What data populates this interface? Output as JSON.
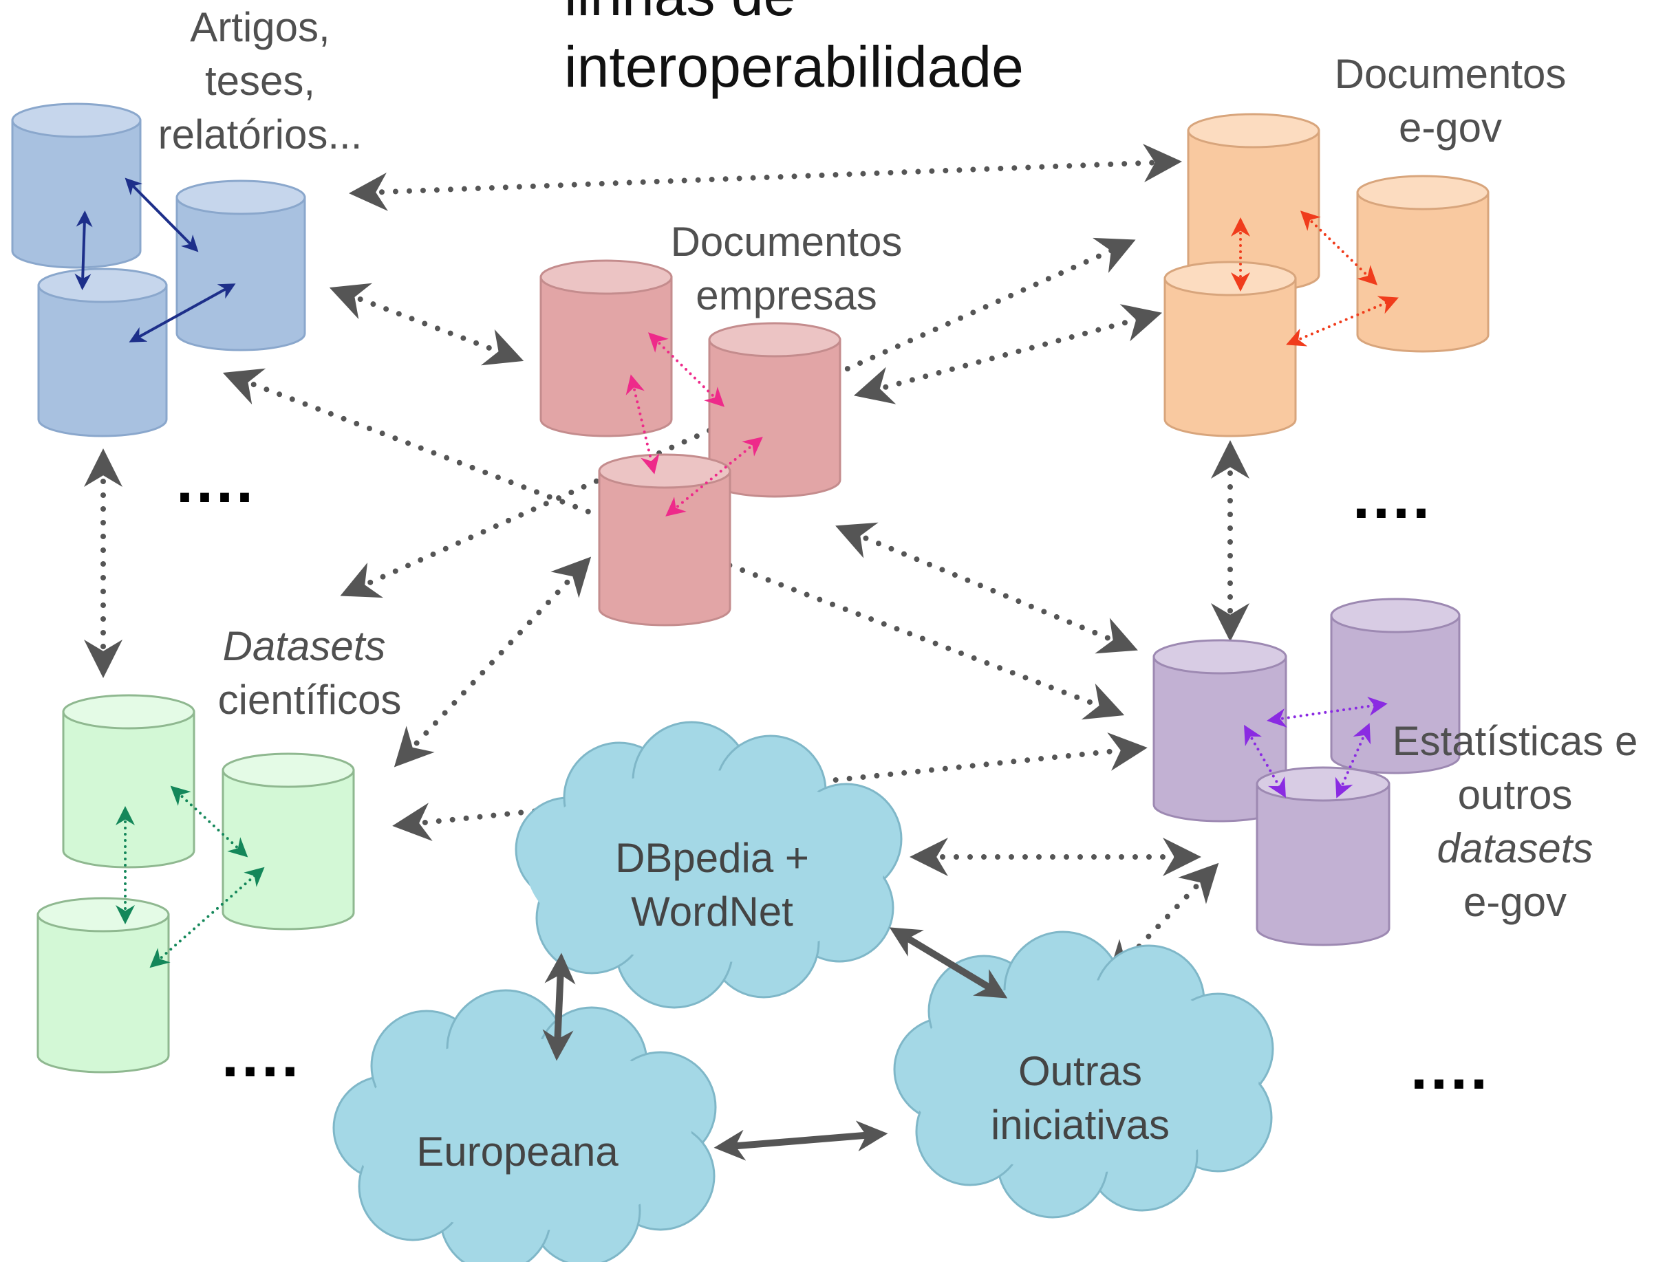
{
  "title": {
    "line1": "linhas de",
    "line2": "interoperabilidade"
  },
  "groups": {
    "artigos": {
      "label_lines": [
        "Artigos,",
        "teses,",
        "relatórios..."
      ],
      "color_fill": "#a8c1e0",
      "color_top": "#c6d6ec",
      "color_stroke": "#8aa7cc",
      "arrow_color": "#1d2f8a"
    },
    "empresas": {
      "label_lines": [
        "Documentos",
        "empresas"
      ],
      "color_fill": "#e2a5a6",
      "color_top": "#ecc4c4",
      "color_stroke": "#c48c8d",
      "arrow_color": "#ee2a8a"
    },
    "egov": {
      "label_lines": [
        "Documentos",
        "e-gov"
      ],
      "color_fill": "#f9c9a0",
      "color_top": "#fcdcc0",
      "color_stroke": "#d8a57c",
      "arrow_color": "#f03c1c"
    },
    "cientificos": {
      "label_italic": "Datasets",
      "label_rest": "científicos",
      "color_fill": "#d3f8d6",
      "color_top": "#e4fbe6",
      "color_stroke": "#8fb890",
      "arrow_color": "#14875a"
    },
    "estatisticas": {
      "label_line1": "Estatísticas e",
      "label_line2": "outros",
      "label_italic": "datasets",
      "label_line4": "e-gov",
      "color_fill": "#c2b1d3",
      "color_top": "#d8cce4",
      "color_stroke": "#9d89b2",
      "arrow_color": "#8a2be2"
    }
  },
  "clouds": {
    "dbpedia": {
      "label_lines": [
        "DBpedia +",
        "WordNet"
      ]
    },
    "europeana": {
      "label": "Europeana"
    },
    "outras": {
      "label_lines": [
        "Outras",
        "iniciativas"
      ]
    },
    "color_fill": "#a4d8e6",
    "color_stroke": "#7fb7c8"
  },
  "ellipsis": "....",
  "link_color": "#555555"
}
